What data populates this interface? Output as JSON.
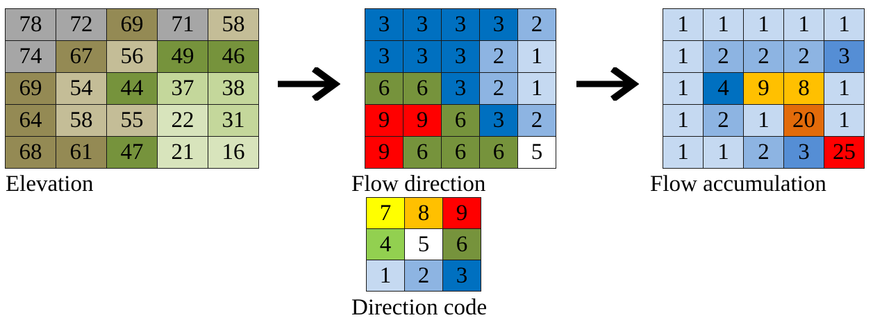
{
  "palette": {
    "gray": "#a6a6a6",
    "olive": "#948a54",
    "tan": "#c4bd97",
    "green": "#76933c",
    "light_green": "#c4d79b",
    "pale_green": "#d8e4bc",
    "blue": "#0070c0",
    "mid_blue": "#558ed5",
    "light_blue": "#8db4e2",
    "pale_blue": "#c5d9f1",
    "yellow": "#ffff00",
    "amber": "#ffc000",
    "orange": "#e26b0a",
    "red": "#ff0000",
    "lime": "#92d050",
    "white": "#ffffff"
  },
  "panels": {
    "elevation": {
      "caption": "Elevation",
      "rows": [
        [
          {
            "v": "78",
            "c": "gray"
          },
          {
            "v": "72",
            "c": "gray"
          },
          {
            "v": "69",
            "c": "olive"
          },
          {
            "v": "71",
            "c": "gray"
          },
          {
            "v": "58",
            "c": "tan"
          }
        ],
        [
          {
            "v": "74",
            "c": "gray"
          },
          {
            "v": "67",
            "c": "olive"
          },
          {
            "v": "56",
            "c": "tan"
          },
          {
            "v": "49",
            "c": "green"
          },
          {
            "v": "46",
            "c": "green"
          }
        ],
        [
          {
            "v": "69",
            "c": "olive"
          },
          {
            "v": "54",
            "c": "tan"
          },
          {
            "v": "44",
            "c": "green"
          },
          {
            "v": "37",
            "c": "light_green"
          },
          {
            "v": "38",
            "c": "light_green"
          }
        ],
        [
          {
            "v": "64",
            "c": "olive"
          },
          {
            "v": "58",
            "c": "tan"
          },
          {
            "v": "55",
            "c": "tan"
          },
          {
            "v": "22",
            "c": "pale_green"
          },
          {
            "v": "31",
            "c": "light_green"
          }
        ],
        [
          {
            "v": "68",
            "c": "olive"
          },
          {
            "v": "61",
            "c": "olive"
          },
          {
            "v": "47",
            "c": "green"
          },
          {
            "v": "21",
            "c": "pale_green"
          },
          {
            "v": "16",
            "c": "pale_green"
          }
        ]
      ]
    },
    "flow_direction": {
      "caption": "Flow direction",
      "rows": [
        [
          {
            "v": "3",
            "c": "blue"
          },
          {
            "v": "3",
            "c": "blue"
          },
          {
            "v": "3",
            "c": "blue"
          },
          {
            "v": "3",
            "c": "blue"
          },
          {
            "v": "2",
            "c": "light_blue"
          }
        ],
        [
          {
            "v": "3",
            "c": "blue"
          },
          {
            "v": "3",
            "c": "blue"
          },
          {
            "v": "3",
            "c": "blue"
          },
          {
            "v": "2",
            "c": "light_blue"
          },
          {
            "v": "1",
            "c": "pale_blue"
          }
        ],
        [
          {
            "v": "6",
            "c": "green"
          },
          {
            "v": "6",
            "c": "green"
          },
          {
            "v": "3",
            "c": "blue"
          },
          {
            "v": "2",
            "c": "light_blue"
          },
          {
            "v": "1",
            "c": "pale_blue"
          }
        ],
        [
          {
            "v": "9",
            "c": "red"
          },
          {
            "v": "9",
            "c": "red"
          },
          {
            "v": "6",
            "c": "green"
          },
          {
            "v": "3",
            "c": "blue"
          },
          {
            "v": "2",
            "c": "light_blue"
          }
        ],
        [
          {
            "v": "9",
            "c": "red"
          },
          {
            "v": "6",
            "c": "green"
          },
          {
            "v": "6",
            "c": "green"
          },
          {
            "v": "6",
            "c": "green"
          },
          {
            "v": "5",
            "c": "white"
          }
        ]
      ]
    },
    "flow_accumulation": {
      "caption": "Flow accumulation",
      "rows": [
        [
          {
            "v": "1",
            "c": "pale_blue"
          },
          {
            "v": "1",
            "c": "pale_blue"
          },
          {
            "v": "1",
            "c": "pale_blue"
          },
          {
            "v": "1",
            "c": "pale_blue"
          },
          {
            "v": "1",
            "c": "pale_blue"
          }
        ],
        [
          {
            "v": "1",
            "c": "pale_blue"
          },
          {
            "v": "2",
            "c": "light_blue"
          },
          {
            "v": "2",
            "c": "light_blue"
          },
          {
            "v": "2",
            "c": "light_blue"
          },
          {
            "v": "3",
            "c": "mid_blue"
          }
        ],
        [
          {
            "v": "1",
            "c": "pale_blue"
          },
          {
            "v": "4",
            "c": "blue"
          },
          {
            "v": "9",
            "c": "amber"
          },
          {
            "v": "8",
            "c": "amber"
          },
          {
            "v": "1",
            "c": "pale_blue"
          }
        ],
        [
          {
            "v": "1",
            "c": "pale_blue"
          },
          {
            "v": "2",
            "c": "light_blue"
          },
          {
            "v": "1",
            "c": "pale_blue"
          },
          {
            "v": "20",
            "c": "orange"
          },
          {
            "v": "1",
            "c": "pale_blue"
          }
        ],
        [
          {
            "v": "1",
            "c": "pale_blue"
          },
          {
            "v": "1",
            "c": "pale_blue"
          },
          {
            "v": "2",
            "c": "light_blue"
          },
          {
            "v": "3",
            "c": "mid_blue"
          },
          {
            "v": "25",
            "c": "red"
          }
        ]
      ]
    },
    "direction_code": {
      "caption": "Direction code",
      "rows": [
        [
          {
            "v": "7",
            "c": "yellow"
          },
          {
            "v": "8",
            "c": "amber"
          },
          {
            "v": "9",
            "c": "red"
          }
        ],
        [
          {
            "v": "4",
            "c": "lime"
          },
          {
            "v": "5",
            "c": "white"
          },
          {
            "v": "6",
            "c": "green"
          }
        ],
        [
          {
            "v": "1",
            "c": "pale_blue"
          },
          {
            "v": "2",
            "c": "light_blue"
          },
          {
            "v": "3",
            "c": "blue"
          }
        ]
      ]
    }
  },
  "arrows": [
    {
      "icon": "right-arrow-icon"
    },
    {
      "icon": "right-arrow-icon"
    }
  ]
}
